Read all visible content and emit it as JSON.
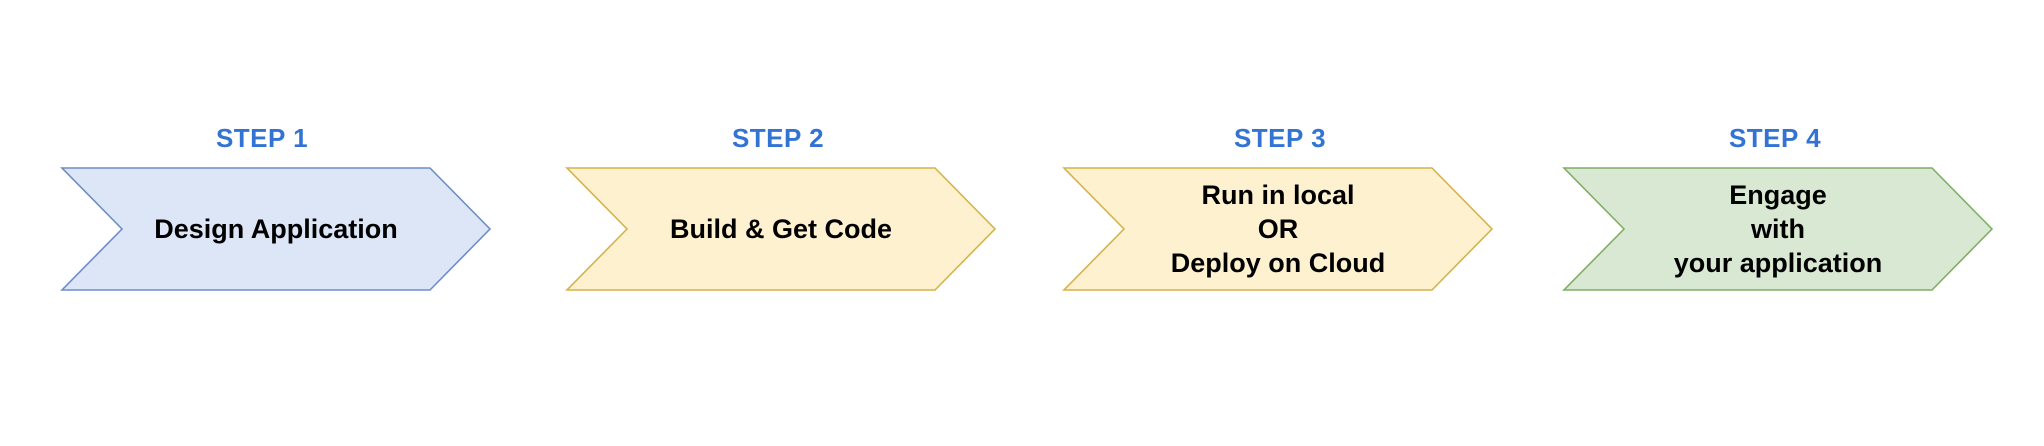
{
  "label_color": "#3273d4",
  "steps": [
    {
      "label": "STEP 1",
      "lines": [
        "Design Application"
      ],
      "fill": "#dce6f7",
      "stroke": "#6f8cc8"
    },
    {
      "label": "STEP 2",
      "lines": [
        "Build & Get Code"
      ],
      "fill": "#fdf1cf",
      "stroke": "#d6b24a"
    },
    {
      "label": "STEP 3",
      "lines": [
        "Run in local",
        "OR",
        "Deploy on Cloud"
      ],
      "fill": "#fdf1cf",
      "stroke": "#d6b24a"
    },
    {
      "label": "STEP 4",
      "lines": [
        "Engage",
        "with",
        "your application"
      ],
      "fill": "#d8e8d3",
      "stroke": "#7fae65"
    }
  ]
}
